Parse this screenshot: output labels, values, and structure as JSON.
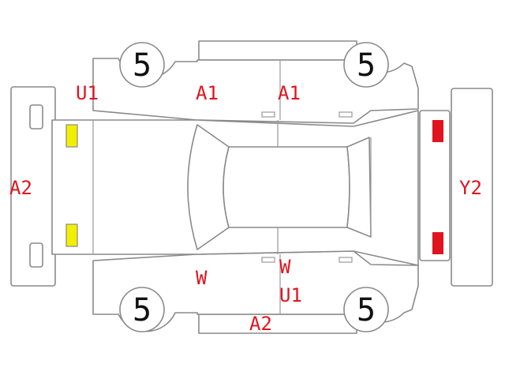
{
  "colors": {
    "outline": "#8a8a8a",
    "damage_code": "#e0141e",
    "marker_yellow": "#f2ef00",
    "marker_red": "#e0141e"
  },
  "tires": {
    "front_left": "5",
    "front_right": "5",
    "rear_left": "5",
    "rear_right": "5"
  },
  "codes": {
    "front_panel": "A2",
    "front_left_fender": "U1",
    "left_front_door": "A1",
    "left_rear_door": "A1",
    "rear_panel": "Y2",
    "right_front_pillar": "W",
    "right_center_pillar": "W",
    "right_rear_door": "U1",
    "right_rocker": "A2"
  },
  "markers": {
    "headlights": "yellow",
    "taillights": "red"
  }
}
